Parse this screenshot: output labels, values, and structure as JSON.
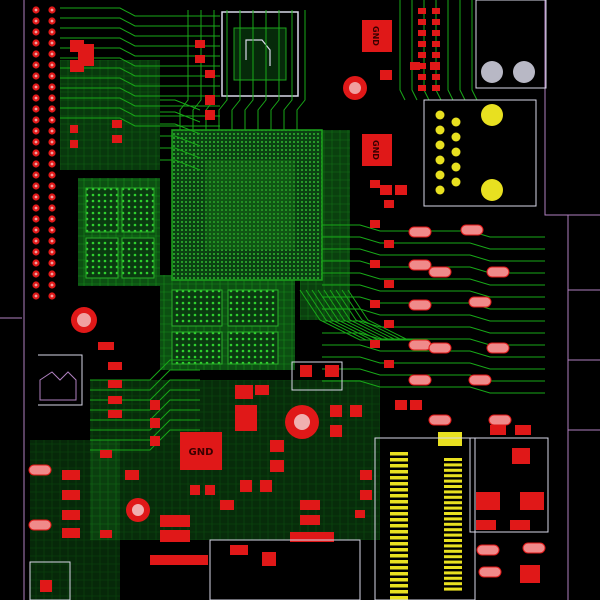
{
  "canvas": {
    "background": "#000000",
    "trace_color": "#18a818",
    "trace_dark": "#0c5a12",
    "pad_red": "#e01818",
    "pad_yellow": "#e8e020",
    "silk_white": "#d8d8e8",
    "outline_violet": "#b080c0"
  },
  "labels": {
    "gnd_top": "GND",
    "gnd_mid": "GND",
    "gnd_main": "GND"
  }
}
